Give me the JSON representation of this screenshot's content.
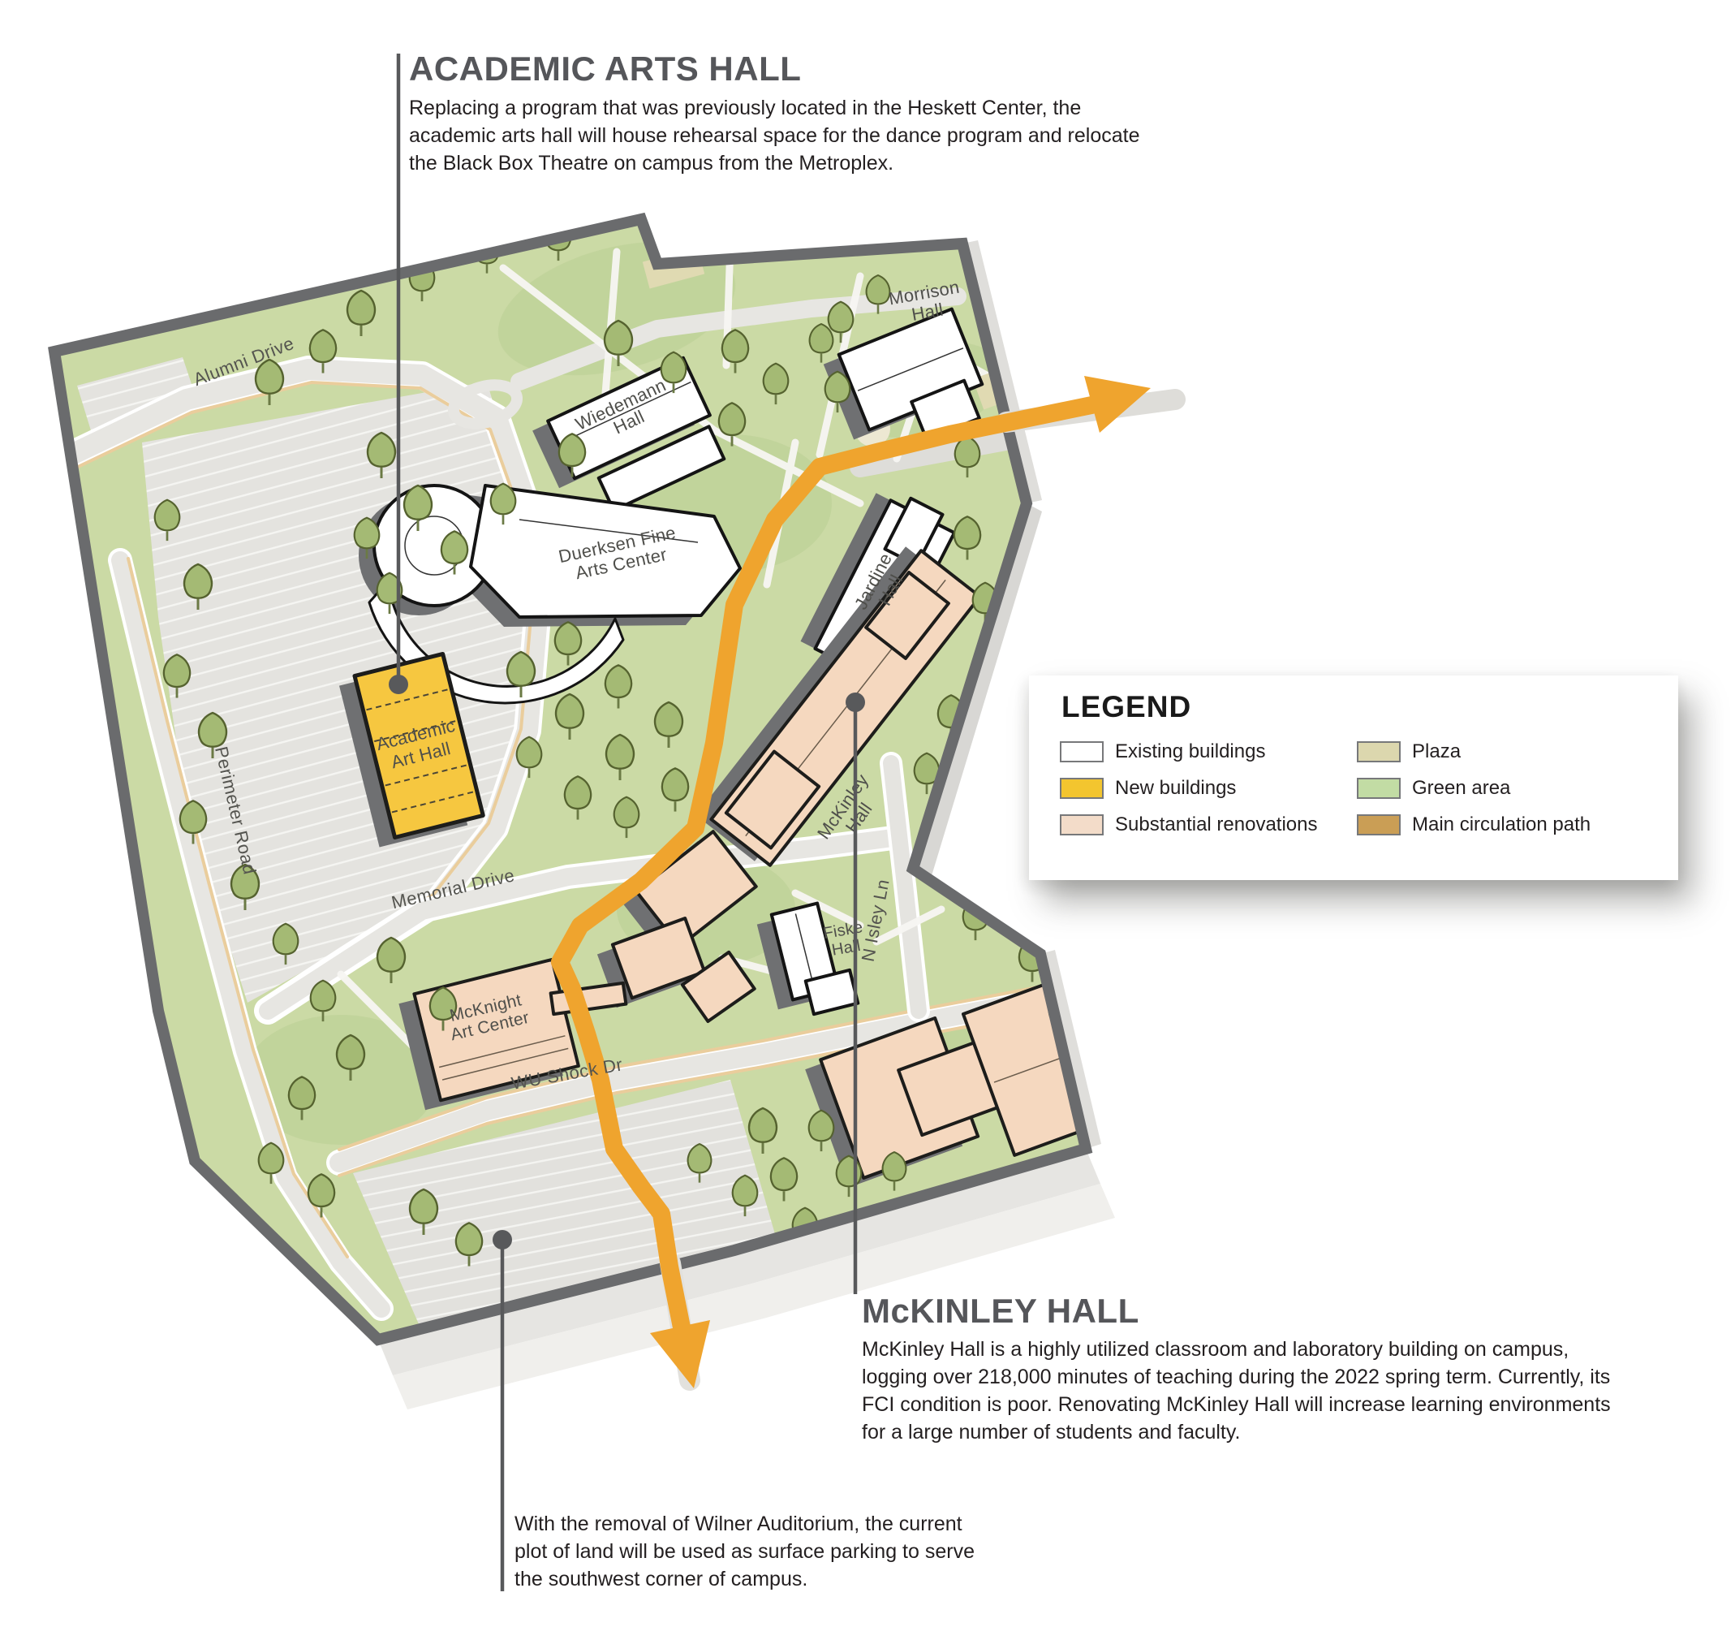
{
  "annotations": {
    "academic_arts_hall": {
      "title": "ACADEMIC ARTS HALL",
      "body": "Replacing a program that was previously located in the Heskett Center, the\nacademic arts hall will house rehearsal space for the dance program and relocate\nthe Black Box Theatre on campus from the Metroplex."
    },
    "mckinley_hall": {
      "title": "McKINLEY HALL",
      "body": "McKinley Hall is a highly utilized classroom and laboratory building on campus,\nlogging over 218,000 minutes of teaching during the 2022 spring term. Currently, its\nFCI condition is poor. Renovating McKinley Hall will increase learning environments\nfor a large number of students and faculty."
    },
    "wilner_note": {
      "body": "With the removal of Wilner Auditorium, the current\nplot of land will be used as surface parking to serve\nthe southwest corner of campus."
    }
  },
  "legend": {
    "title": "LEGEND",
    "items": [
      {
        "id": "existing",
        "label": "Existing buildings",
        "color": "#FFFFFF"
      },
      {
        "id": "new",
        "label": "New buildings",
        "color": "#F3C52F"
      },
      {
        "id": "renovations",
        "label": "Substantial renovations",
        "color": "#F3DCC9"
      },
      {
        "id": "plaza",
        "label": "Plaza",
        "color": "#DCD7AE"
      },
      {
        "id": "green",
        "label": "Green area",
        "color": "#C2DCA4"
      },
      {
        "id": "path",
        "label": "Main circulation path",
        "color": "#CA9E55"
      }
    ]
  },
  "map": {
    "roads": {
      "alumni": "Alumni Drive",
      "perimeter": "Perimeter Road",
      "memorial": "Memorial Drive",
      "wushock": "WU Shock Dr",
      "nisley": "N Isley Ln"
    },
    "buildings": {
      "wiedemann": {
        "lines": [
          "Wiedemann",
          "Hall"
        ]
      },
      "duerksen": {
        "lines": [
          "Duerksen Fine",
          "Arts Center"
        ]
      },
      "morrison": {
        "lines": [
          "Morrison",
          "Hall"
        ]
      },
      "jardine": {
        "lines": [
          "Jardine",
          "Hall"
        ]
      },
      "academic": {
        "lines": [
          "Academic",
          "Art Hall"
        ]
      },
      "mckinley": {
        "lines": [
          "McKinley",
          "Hall"
        ]
      },
      "fiske": {
        "lines": [
          "Fiske",
          "Hall"
        ]
      },
      "mcknight": {
        "lines": [
          "McKnight",
          "Art Center"
        ]
      }
    }
  }
}
